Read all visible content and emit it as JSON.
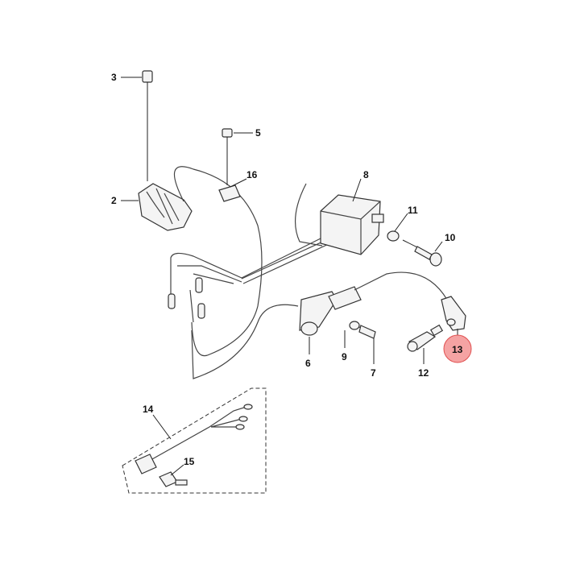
{
  "diagram": {
    "callouts": [
      {
        "id": "3",
        "label": "3"
      },
      {
        "id": "5",
        "label": "5"
      },
      {
        "id": "16",
        "label": "16"
      },
      {
        "id": "2",
        "label": "2"
      },
      {
        "id": "8",
        "label": "8"
      },
      {
        "id": "11",
        "label": "11"
      },
      {
        "id": "10",
        "label": "10"
      },
      {
        "id": "6",
        "label": "6"
      },
      {
        "id": "9",
        "label": "9"
      },
      {
        "id": "7",
        "label": "7"
      },
      {
        "id": "12",
        "label": "12"
      },
      {
        "id": "13",
        "label": "13",
        "highlighted": true
      },
      {
        "id": "14",
        "label": "14"
      },
      {
        "id": "15",
        "label": "15"
      }
    ],
    "highlight_color": "#f5a3a3",
    "highlight_border": "#e05050"
  }
}
